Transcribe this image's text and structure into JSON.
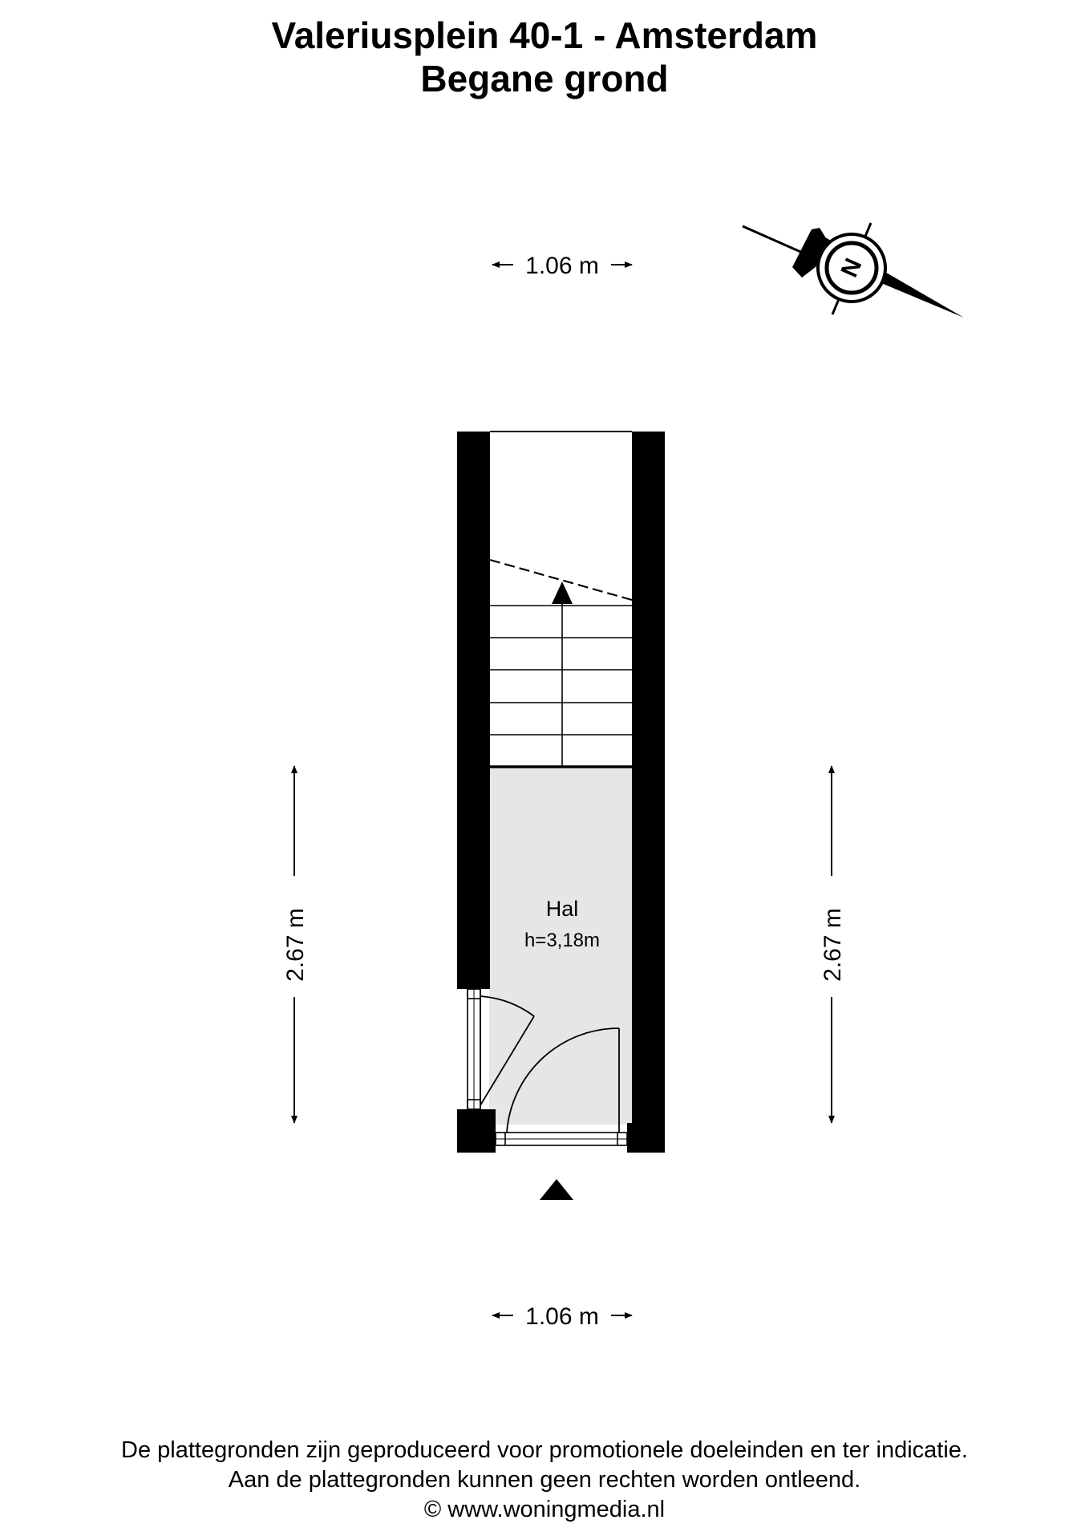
{
  "header": {
    "address": "Valeriusplein 40-1 - Amsterdam",
    "floor": "Begane grond"
  },
  "dimensions": {
    "top_width": "1.06 m",
    "bottom_width": "1.06 m",
    "left_height": "2.67 m",
    "right_height": "2.67 m"
  },
  "room": {
    "name": "Hal",
    "height": "h=3,18m"
  },
  "compass": {
    "label": "N",
    "icon": "north-arrow-icon"
  },
  "entrance": {
    "icon": "entrance-triangle-icon"
  },
  "colors": {
    "wall": "#000000",
    "room_fill": "#e6e6e4",
    "background": "#ffffff"
  },
  "footer": {
    "line1": "De plattegronden zijn geproduceerd voor promotionele doeleinden en ter indicatie.",
    "line2": "Aan de plattegronden kunnen geen rechten worden ontleend.",
    "line3": "© www.woningmedia.nl"
  }
}
